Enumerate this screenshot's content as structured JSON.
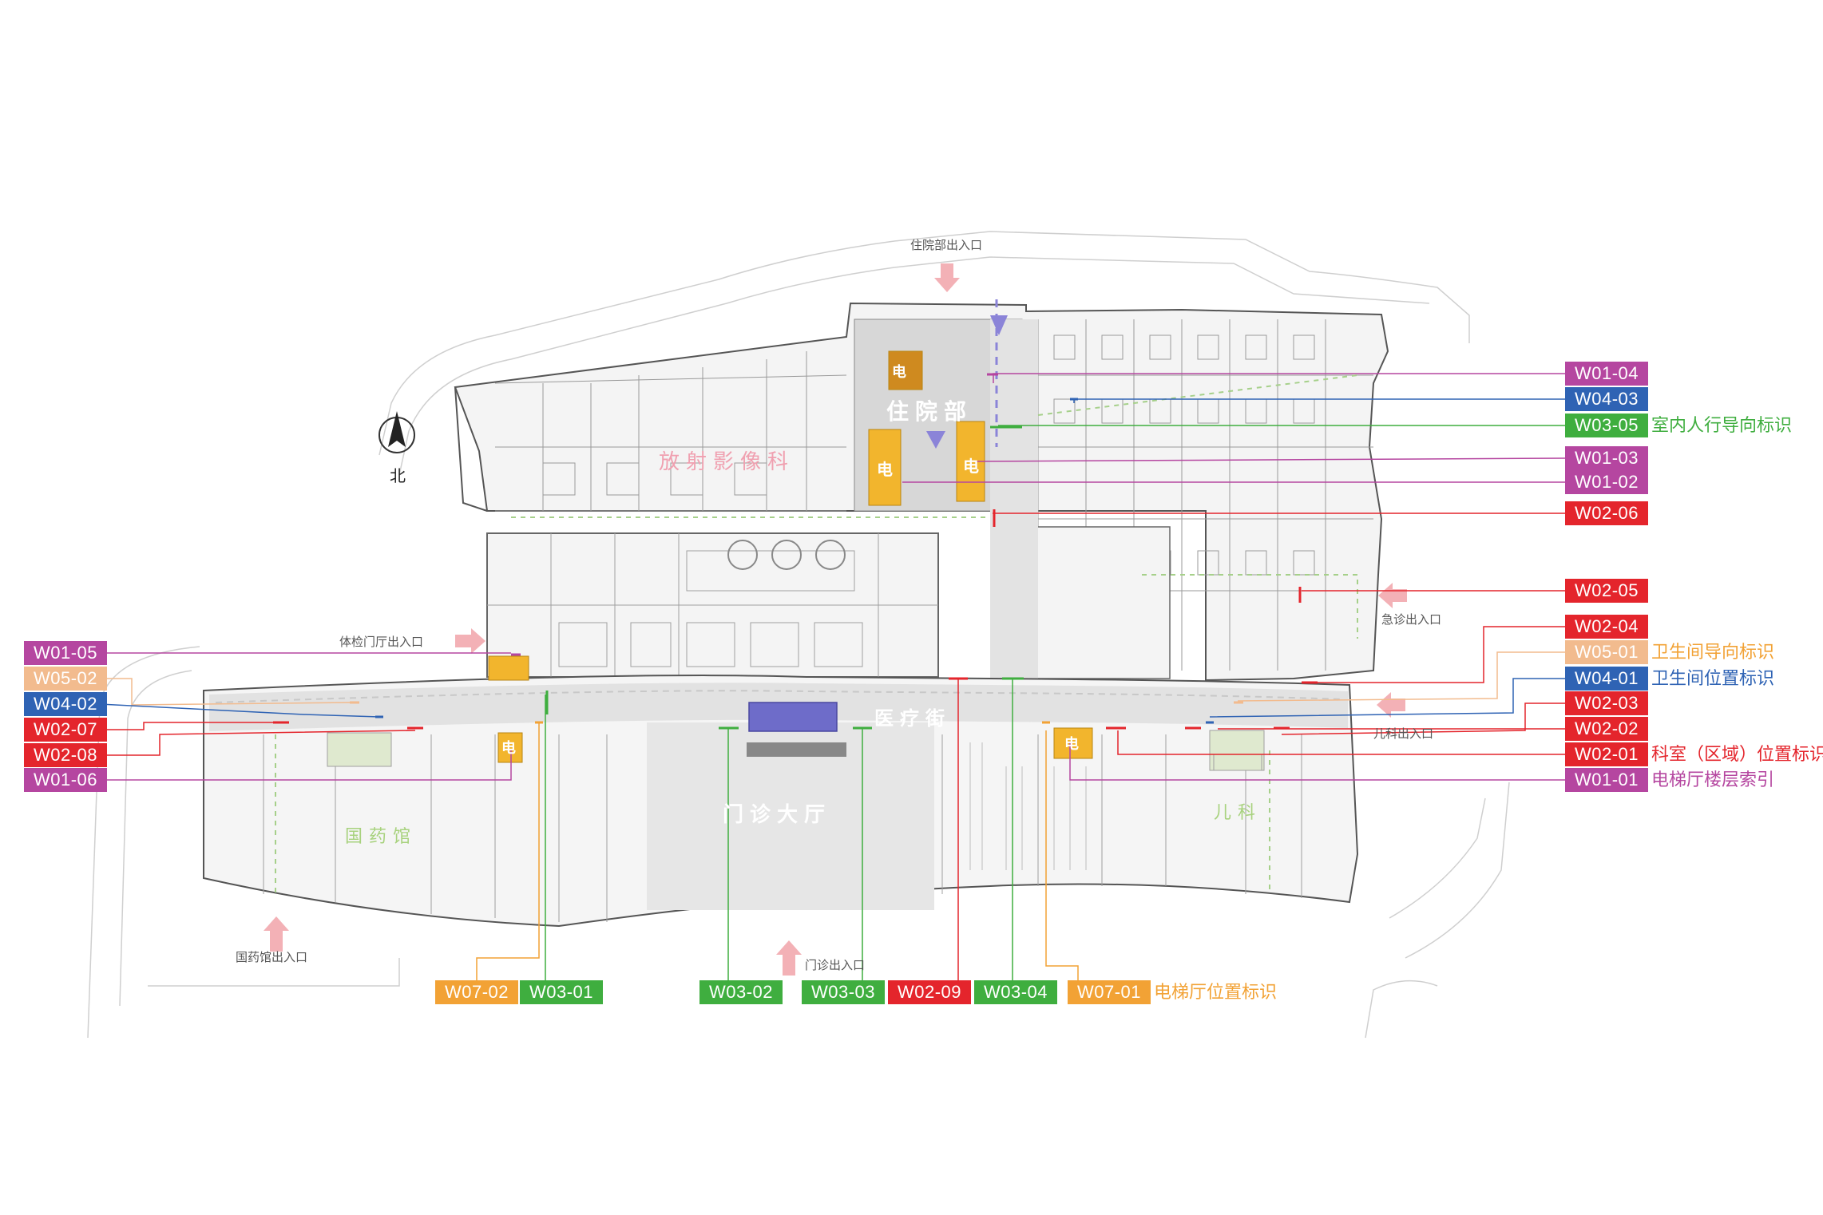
{
  "colors": {
    "W01": "#b546a0",
    "W02": "#e4252c",
    "W03": "#3fae3f",
    "W04": "#2f63b4",
    "W05": "#f2bb8e",
    "W07": "#f2a235",
    "elevator_fill": "#f2b52d",
    "corridor": "#e2e2e2"
  },
  "compass": {
    "label": "北"
  },
  "entrances": {
    "inpatient": "住院部出入口",
    "physical_exam": "体检门厅出入口",
    "emergency": "急诊出入口",
    "pediatrics": "儿科出入口",
    "outpatient": "门诊出入口",
    "tcm_hall": "国药馆出入口"
  },
  "zones": {
    "inpatient": "住院部",
    "radiology": "放射影像科",
    "medical_street": "医疗街",
    "outpatient_hall": "门诊大厅",
    "tcm_hall": "国药馆",
    "pediatrics": "儿科",
    "elevator_symbol": "电"
  },
  "legend_right": [
    {
      "code": "W01-04",
      "desc": ""
    },
    {
      "code": "W04-03",
      "desc": ""
    },
    {
      "code": "W03-05",
      "desc": "室内人行导向标识"
    },
    {
      "code": "W01-03",
      "desc": ""
    },
    {
      "code": "W01-02",
      "desc": ""
    },
    {
      "code": "W02-06",
      "desc": ""
    },
    {
      "code": "W02-05",
      "desc": ""
    },
    {
      "code": "W02-04",
      "desc": ""
    },
    {
      "code": "W05-01",
      "desc": "卫生间导向标识"
    },
    {
      "code": "W04-01",
      "desc": "卫生间位置标识"
    },
    {
      "code": "W02-03",
      "desc": ""
    },
    {
      "code": "W02-02",
      "desc": ""
    },
    {
      "code": "W02-01",
      "desc": "科室（区域）位置标识"
    },
    {
      "code": "W01-01",
      "desc": "电梯厅楼层索引"
    }
  ],
  "legend_left": [
    {
      "code": "W01-05"
    },
    {
      "code": "W05-02"
    },
    {
      "code": "W04-02"
    },
    {
      "code": "W02-07"
    },
    {
      "code": "W02-08"
    },
    {
      "code": "W01-06"
    }
  ],
  "legend_bottom": [
    {
      "code": "W07-02",
      "desc": ""
    },
    {
      "code": "W03-01",
      "desc": ""
    },
    {
      "code": "W03-02",
      "desc": ""
    },
    {
      "code": "W03-03",
      "desc": ""
    },
    {
      "code": "W02-09",
      "desc": ""
    },
    {
      "code": "W03-04",
      "desc": ""
    },
    {
      "code": "W07-01",
      "desc": "电梯厅位置标识"
    }
  ]
}
